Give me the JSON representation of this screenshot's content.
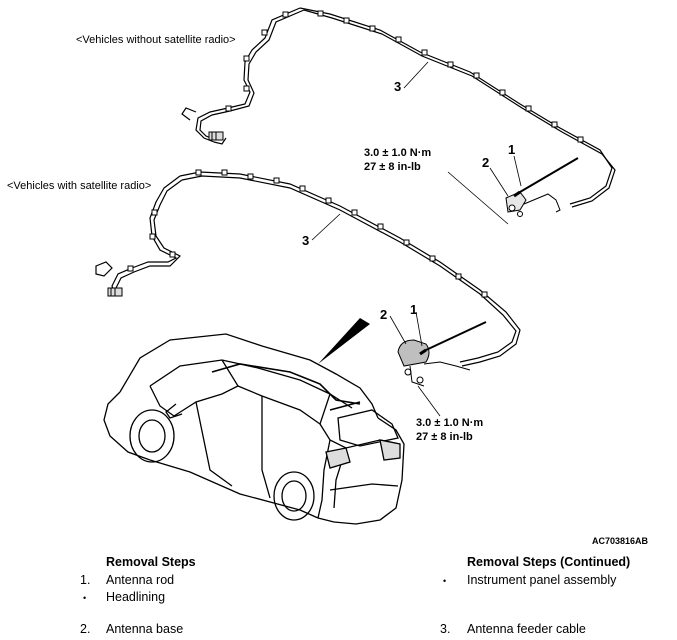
{
  "labels": {
    "without_sat": "<Vehicles without satellite radio>",
    "with_sat": "<Vehicles with satellite radio>"
  },
  "callouts": {
    "top_cable": "3",
    "top_rod": "1",
    "top_base": "2",
    "mid_cable": "3",
    "mid_rod": "1",
    "mid_base": "2"
  },
  "torque_top": {
    "line1": "3.0 ± 1.0 N·m",
    "line2": "27 ± 8 in-lb"
  },
  "torque_bottom": {
    "line1": "3.0 ± 1.0 N·m",
    "line2": "27 ± 8 in-lb"
  },
  "figure_id": "AC703816AB",
  "removal_steps": {
    "title": "Removal Steps",
    "items": [
      {
        "marker": "1.",
        "text": "Antenna rod"
      },
      {
        "marker": "•",
        "text": "Headlining"
      },
      {
        "marker": "2.",
        "text": "Antenna base"
      }
    ]
  },
  "removal_steps_cont": {
    "title": "Removal Steps (Continued)",
    "items": [
      {
        "marker": "•",
        "text": "Instrument panel assembly"
      },
      {
        "marker": "3.",
        "text": "Antenna feeder cable"
      }
    ]
  }
}
